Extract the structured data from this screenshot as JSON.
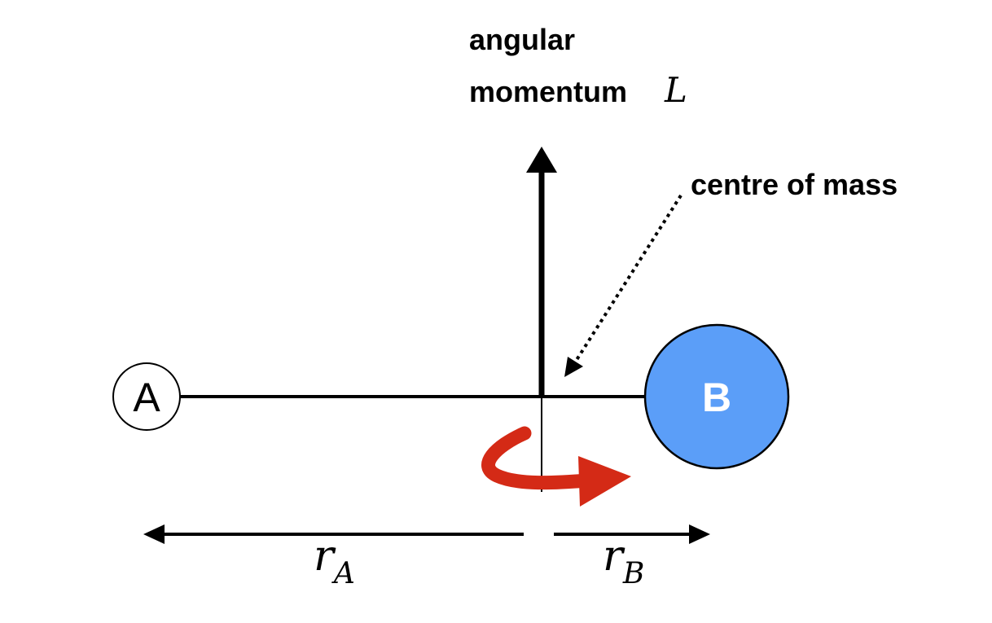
{
  "labels": {
    "angular_line1": "angular",
    "angular_line2": "momentum",
    "angular_symbol": "L",
    "centre_of_mass": "centre of mass",
    "body_a": "A",
    "body_b": "B",
    "r_a_main": "r",
    "r_a_sub": "A",
    "r_b_main": "r",
    "r_b_sub": "B"
  },
  "colors": {
    "ink": "#000000",
    "body_b_fill": "#5b9ef8",
    "body_b_label": "#ffffff",
    "body_a_fill": "#ffffff",
    "rotation_arrow": "#d42a16"
  }
}
